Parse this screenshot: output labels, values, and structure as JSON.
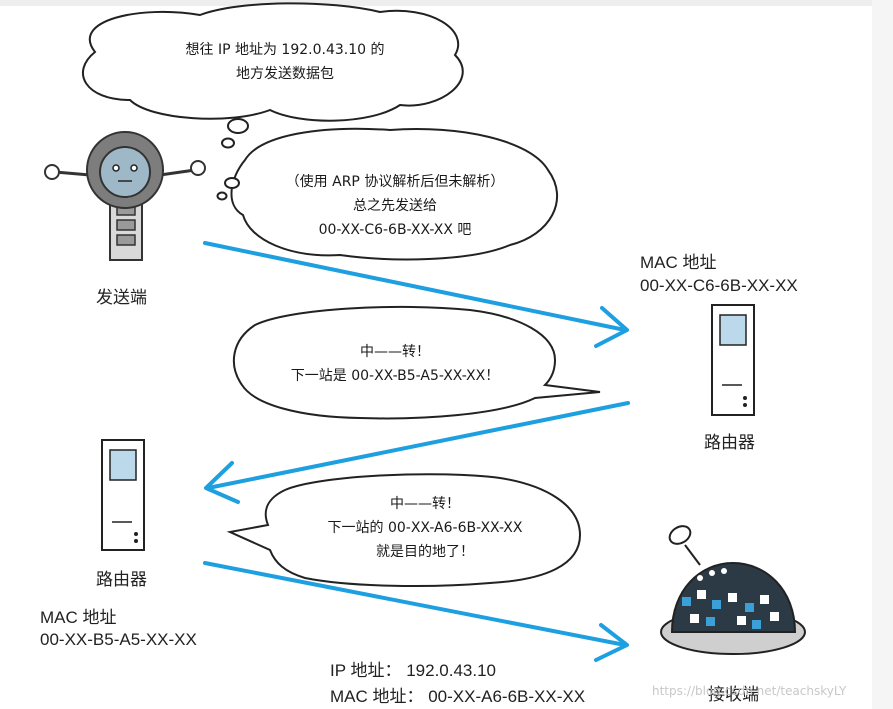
{
  "bubbles": {
    "top": {
      "line1": "想往 IP 地址为 192.0.43.10 的",
      "line2": "地方发送数据包"
    },
    "sender": {
      "line1": "（使用 ARP 协议解析后但未解析）",
      "line2": "总之先发送给",
      "line3": "00-XX-C6-6B-XX-XX 吧"
    },
    "router1": {
      "line1": "中——转！",
      "line2": "下一站是 00-XX-B5-A5-XX-XX！"
    },
    "router2": {
      "line1": "中——转！",
      "line2": "下一站的 00-XX-A6-6B-XX-XX",
      "line3": "就是目的地了！"
    }
  },
  "nodes": {
    "sender": {
      "label": "发送端"
    },
    "router1": {
      "label": "路由器",
      "mac_label": "MAC 地址",
      "mac_value": "00-XX-C6-6B-XX-XX"
    },
    "router2": {
      "label": "路由器",
      "mac_label": "MAC 地址",
      "mac_value": "00-XX-B5-A5-XX-XX"
    },
    "receiver": {
      "label": "接收端",
      "ip_line": "IP 地址：  192.0.43.10",
      "mac_line": "MAC 地址：  00-XX-A6-6B-XX-XX"
    }
  },
  "watermark": "https://blog.csdn.net/teachskyLY",
  "colors": {
    "arrow": "#1e9fe0",
    "robot_gray": "#7d7d7d",
    "receiver_dark": "#2b3a45",
    "receiver_blue": "#3b9fd8"
  }
}
